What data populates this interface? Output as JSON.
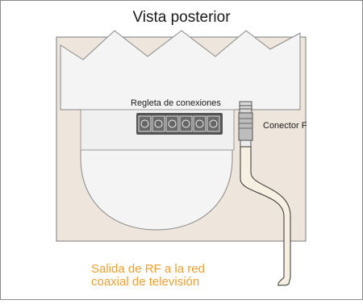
{
  "diagram": {
    "title": "Vista posterior",
    "labels": {
      "terminal_strip": "Regleta de conexiones",
      "f_connector": "Conector F",
      "rf_output_line1": "Salida de RF a la red",
      "rf_output_line2": "coaxial de televisión"
    },
    "terminal_count": 6,
    "colors": {
      "wall": "#eee5dc",
      "body": "#f4f4f4",
      "strip": "#555555",
      "cable": "#f7efe2",
      "caption": "#f0a030"
    }
  }
}
